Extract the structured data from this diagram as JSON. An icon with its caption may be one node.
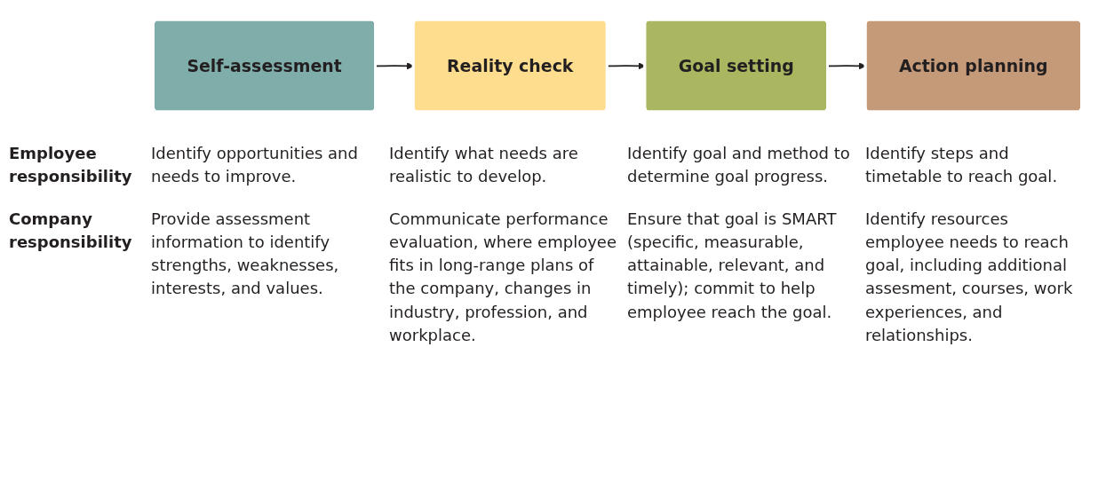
{
  "diagram": {
    "nodes": [
      {
        "text": [
          "Self-assessment"
        ]
      },
      {
        "text": [
          "Reality check"
        ]
      },
      {
        "text": [
          "Goal setting"
        ]
      },
      {
        "text": [
          "Action planning"
        ]
      }
    ],
    "edges": [
      {
        "from": 0,
        "to": 1,
        "arrow": "to"
      },
      {
        "from": 1,
        "to": 2,
        "arrow": "to"
      },
      {
        "from": 2,
        "to": 3,
        "arrow": "to"
      }
    ],
    "labels": [
      "Employee responsibility",
      "Identify opportunities and needs to improve.",
      "Identify what needs are realistic to develop.",
      "Identify goal and method to determine goal progress.",
      "Identify steps and timetable to reach goal.",
      "Company responsibility",
      "Provide assessment information to identify strengths, weaknesses, interests, and values.",
      "Communicate performance evaluation, where employee fits in long-range plans of the company, changes in industry, profession, and workplace.",
      "Ensure that goal is SMART (specific, measurable, attainable, relevant, and timely); commit to help employee reach the goal.",
      "Identify resources employee needs to reach goal, including additional assesment, courses, work experiences, and relationships."
    ]
  }
}
